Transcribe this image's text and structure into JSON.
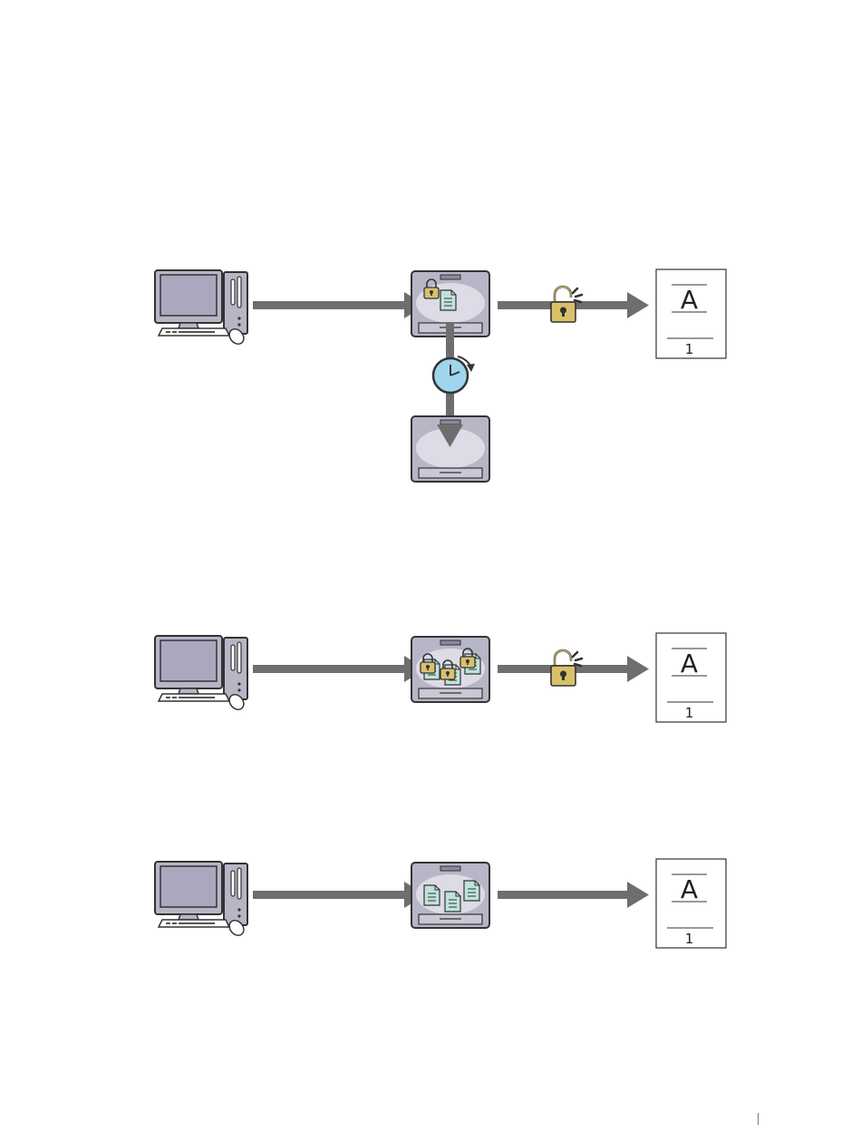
{
  "diagrams": [
    {
      "id": "secure-print-with-expiry",
      "output_page": {
        "letter": "A",
        "page_number": "1"
      },
      "icons": [
        "computer-icon",
        "printer-icon",
        "locked-document-icon",
        "unlock-icon",
        "clock-icon",
        "printer-icon"
      ]
    },
    {
      "id": "secure-print-multiple-jobs",
      "output_page": {
        "letter": "A",
        "page_number": "1"
      },
      "icons": [
        "computer-icon",
        "printer-icon",
        "locked-document-icon",
        "unlock-icon"
      ]
    },
    {
      "id": "store-print",
      "output_page": {
        "letter": "A",
        "page_number": "1"
      },
      "icons": [
        "computer-icon",
        "printer-icon",
        "document-icon"
      ]
    }
  ],
  "colors": {
    "arrow": "#6e6e6e",
    "device_body": "#b7b6c7",
    "device_outline": "#333333",
    "screen": "#a9a8bf",
    "document": "#bfe3dc",
    "lock_gold": "#d9c16a",
    "clock_face": "#9fd6ee"
  }
}
